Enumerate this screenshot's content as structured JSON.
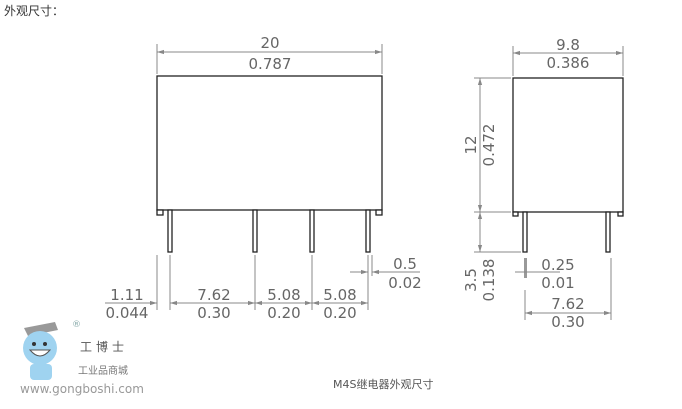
{
  "header": "外观尺寸：",
  "caption": "M4S继电器外观尺寸",
  "logo": {
    "name": "工博士",
    "sub": "工业品商城",
    "url": "www.gongboshi.com",
    "reg": "®"
  },
  "front": {
    "width_mm": "20",
    "width_in": "0.787",
    "pin_mm": "0.5",
    "pin_in": "0.02",
    "bottom": [
      {
        "mm": "1.11",
        "in": "0.044"
      },
      {
        "mm": "7.62",
        "in": "0.30"
      },
      {
        "mm": "5.08",
        "in": "0.20"
      },
      {
        "mm": "5.08",
        "in": "0.20"
      }
    ]
  },
  "side": {
    "width_mm": "9.8",
    "width_in": "0.386",
    "height_mm": "12",
    "height_in": "0.472",
    "pin_len_mm": "3.5",
    "pin_len_in": "0.138",
    "pin_t_mm": "0.25",
    "pin_t_in": "0.01",
    "pitch_mm": "7.62",
    "pitch_in": "0.30"
  }
}
